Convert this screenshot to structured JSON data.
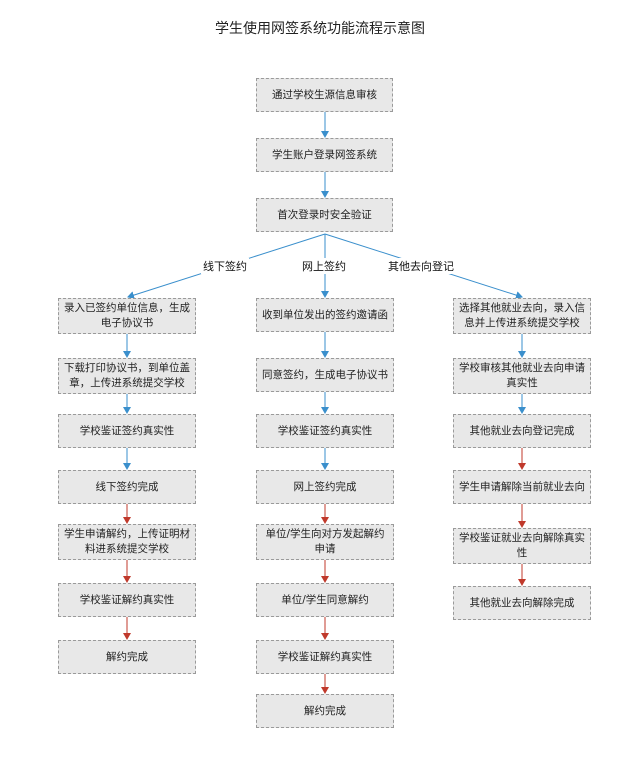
{
  "title": "学生使用网签系统功能流程示意图",
  "colors": {
    "blue_arrow": "#3a8fcc",
    "red_arrow": "#c0392b",
    "node_fill": "#e8e8e8",
    "node_border": "#9a9a9a"
  },
  "common": {
    "step1": "通过学校生源信息审核",
    "step2": "学生账户登录网签系统",
    "step3": "首次登录时安全验证"
  },
  "branches": {
    "offline": "线下签约",
    "online": "网上签约",
    "other": "其他去向登记"
  },
  "offline_steps": [
    "录入已签约单位信息，生成电子协议书",
    "下载打印协议书，到单位盖章，上传进系统提交学校",
    "学校鉴证签约真实性",
    "线下签约完成",
    "学生申请解约，上传证明材料进系统提交学校",
    "学校鉴证解约真实性",
    "解约完成"
  ],
  "online_steps": [
    "收到单位发出的签约邀请函",
    "同意签约，生成电子协议书",
    "学校鉴证签约真实性",
    "网上签约完成",
    "单位/学生向对方发起解约申请",
    "单位/学生同意解约",
    "学校鉴证解约真实性",
    "解约完成"
  ],
  "other_steps": [
    "选择其他就业去向，录入信息并上传进系统提交学校",
    "学校审核其他就业去向申请真实性",
    "其他就业去向登记完成",
    "学生申请解除当前就业去向",
    "学校鉴证就业去向解除真实性",
    "其他就业去向解除完成"
  ]
}
